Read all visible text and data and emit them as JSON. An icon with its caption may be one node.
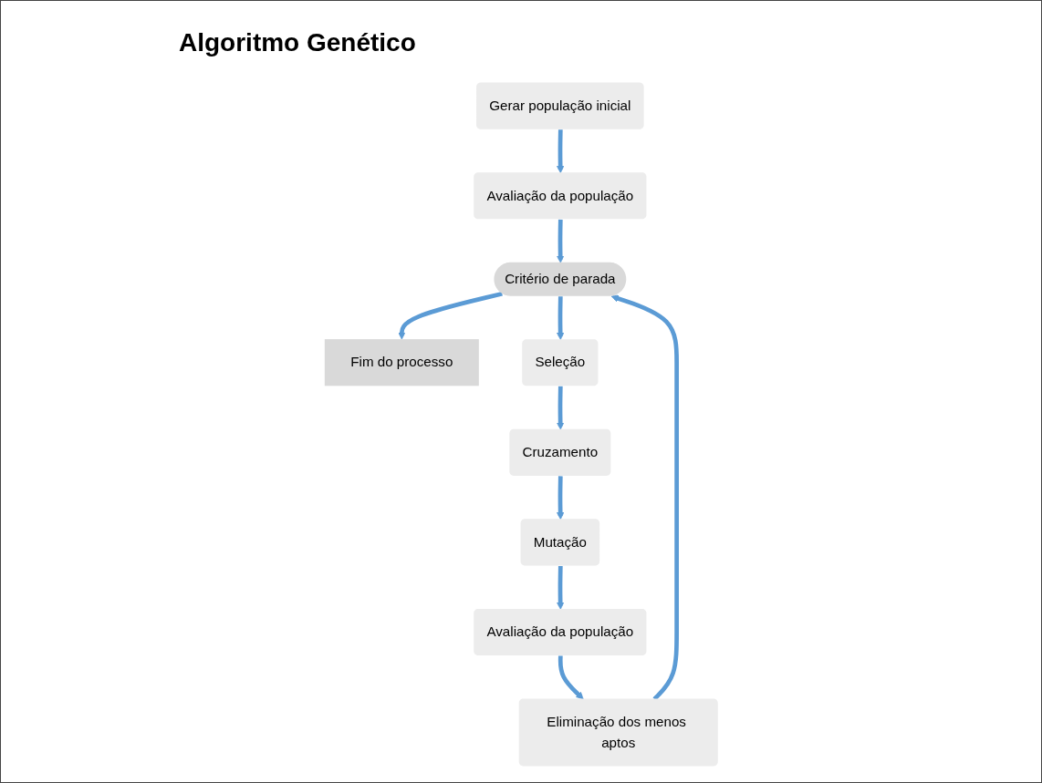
{
  "diagram": {
    "title": "Algoritmo Genético",
    "nodes": [
      {
        "text": [
          "Gerar população inicial"
        ]
      },
      {
        "text": [
          "Avaliação da população"
        ]
      },
      {
        "text": [
          "Critério de parada"
        ]
      },
      {
        "text": [
          "Fim do processo"
        ]
      },
      {
        "text": [
          "Seleção"
        ]
      },
      {
        "text": [
          "Cruzamento"
        ]
      },
      {
        "text": [
          "Mutação"
        ]
      },
      {
        "text": [
          "Avaliação da população"
        ]
      },
      {
        "text": [
          "Eliminação dos menos aptos"
        ]
      }
    ],
    "edges": [
      {
        "from": 0,
        "to": 1,
        "arrow": "to"
      },
      {
        "from": 1,
        "to": 2,
        "arrow": "to"
      },
      {
        "from": 2,
        "to": 3,
        "arrow": "to"
      },
      {
        "from": 2,
        "to": 4,
        "arrow": "to"
      },
      {
        "from": 4,
        "to": 5,
        "arrow": "to"
      },
      {
        "from": 5,
        "to": 6,
        "arrow": "to"
      },
      {
        "from": 6,
        "to": 7,
        "arrow": "to"
      },
      {
        "from": 7,
        "to": 8,
        "arrow": "to"
      },
      {
        "from": 8,
        "to": 2,
        "arrow": "to"
      }
    ]
  }
}
